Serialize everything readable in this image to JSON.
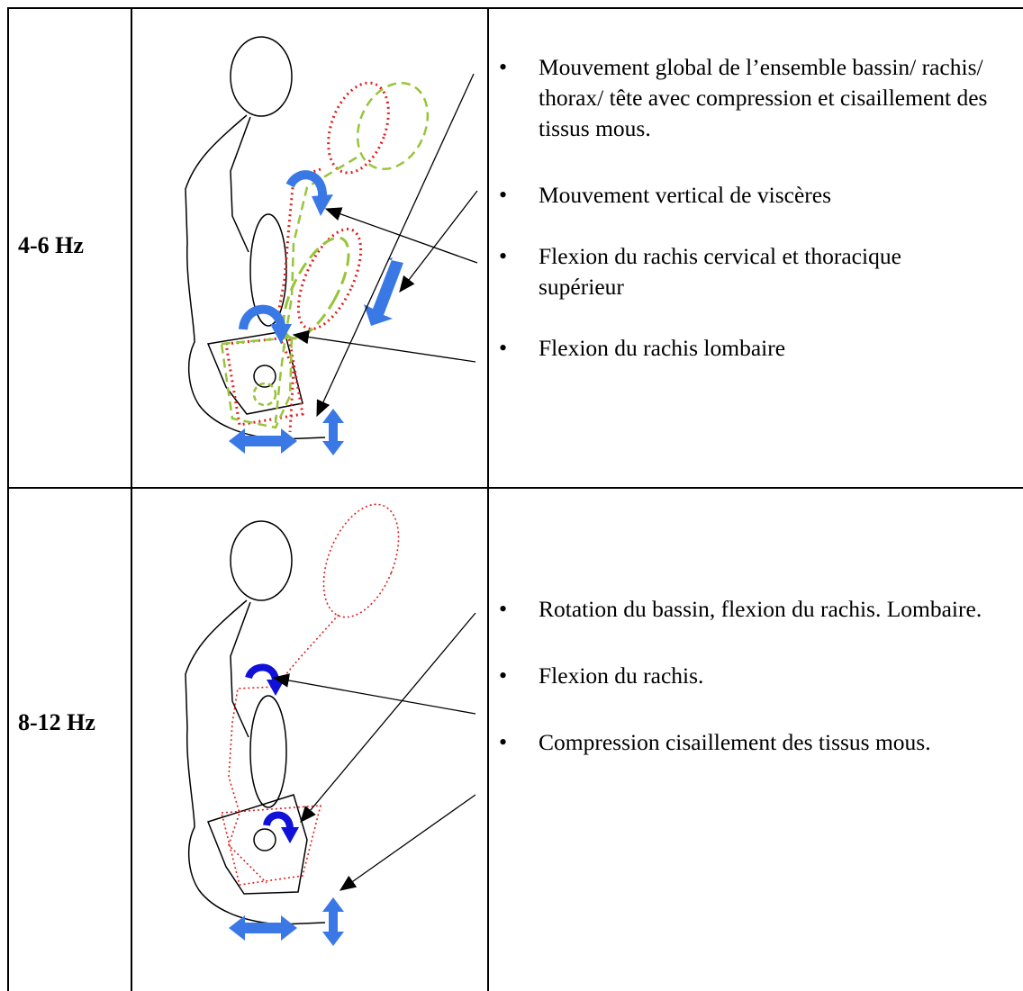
{
  "rows": [
    {
      "frequency": "4-6 Hz",
      "bullets": [
        "Mouvement global de l’ensemble bassin/ rachis/ thorax/ tête avec compression et cisaillement des tissus mous.",
        "Mouvement vertical de viscères",
        "Flexion du rachis cervical et thoracique supérieur",
        "Flexion du rachis lombaire"
      ]
    },
    {
      "frequency": "8-12 Hz",
      "bullets": [
        "Rotation du bassin, flexion du rachis. Lombaire.",
        "Flexion du rachis.",
        "Compression cisaillement des tissus mous."
      ]
    }
  ],
  "colors": {
    "outline": "#000000",
    "red_dotted": "#e02020",
    "green_dashed": "#99c43a",
    "blue_arrow": "#3a78e6",
    "blue_rot": "#1010d8"
  }
}
